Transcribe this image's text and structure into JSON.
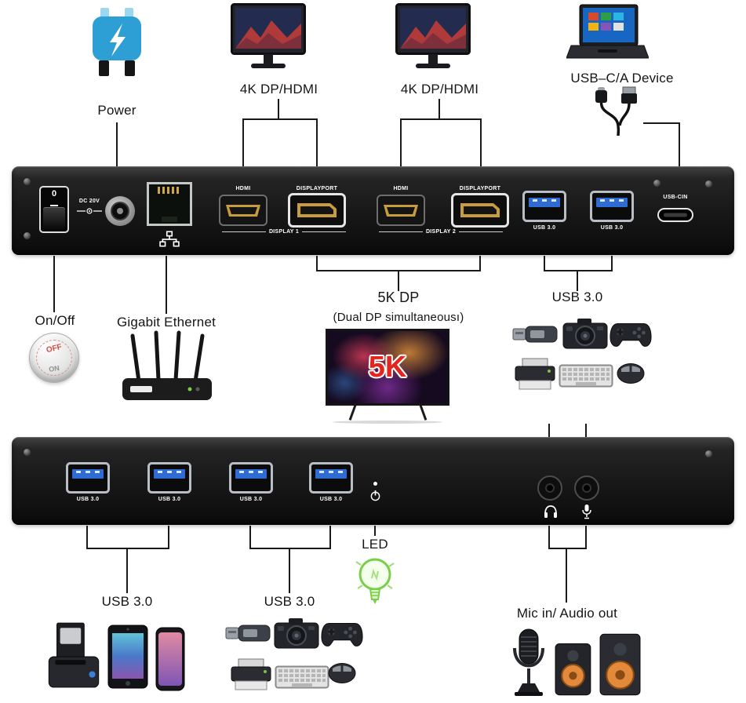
{
  "colors": {
    "usb_blue": "#2e6bd4",
    "plug_blue": "#2e9fd4",
    "tv_red": "#e3251d",
    "led_green": "#79cf49",
    "dock_black": "#161616"
  },
  "top": {
    "power": "Power",
    "display1": "4K DP/HDMI",
    "display2": "4K DP/HDMI",
    "usbc_device": "USB–C/A Device"
  },
  "dock1": {
    "switch_off": "0",
    "dc": "DC 20V",
    "hdmi": "HDMI",
    "displayport": "DISPLAYPORT",
    "display1": "DISPLAY 1",
    "display2": "DISPLAY 2",
    "usb30": "USB 3.0",
    "usbc": "USB-CIN"
  },
  "dock2": {
    "usb30": "USB 3.0"
  },
  "callouts": {
    "onoff": "On/Off",
    "btn_off": "OFF",
    "btn_on": "ON",
    "ethernet": "Gigabit Ethernet",
    "dp5k": "5K DP",
    "dp5k_sub": "(Dual DP simultaneousı)",
    "tv_5k": "5K",
    "usb30_top": "USB 3.0",
    "usb30_left": "USB 3.0",
    "usb30_mid": "USB 3.0",
    "led": "LED",
    "audio": "Mic in/ Audio out"
  }
}
